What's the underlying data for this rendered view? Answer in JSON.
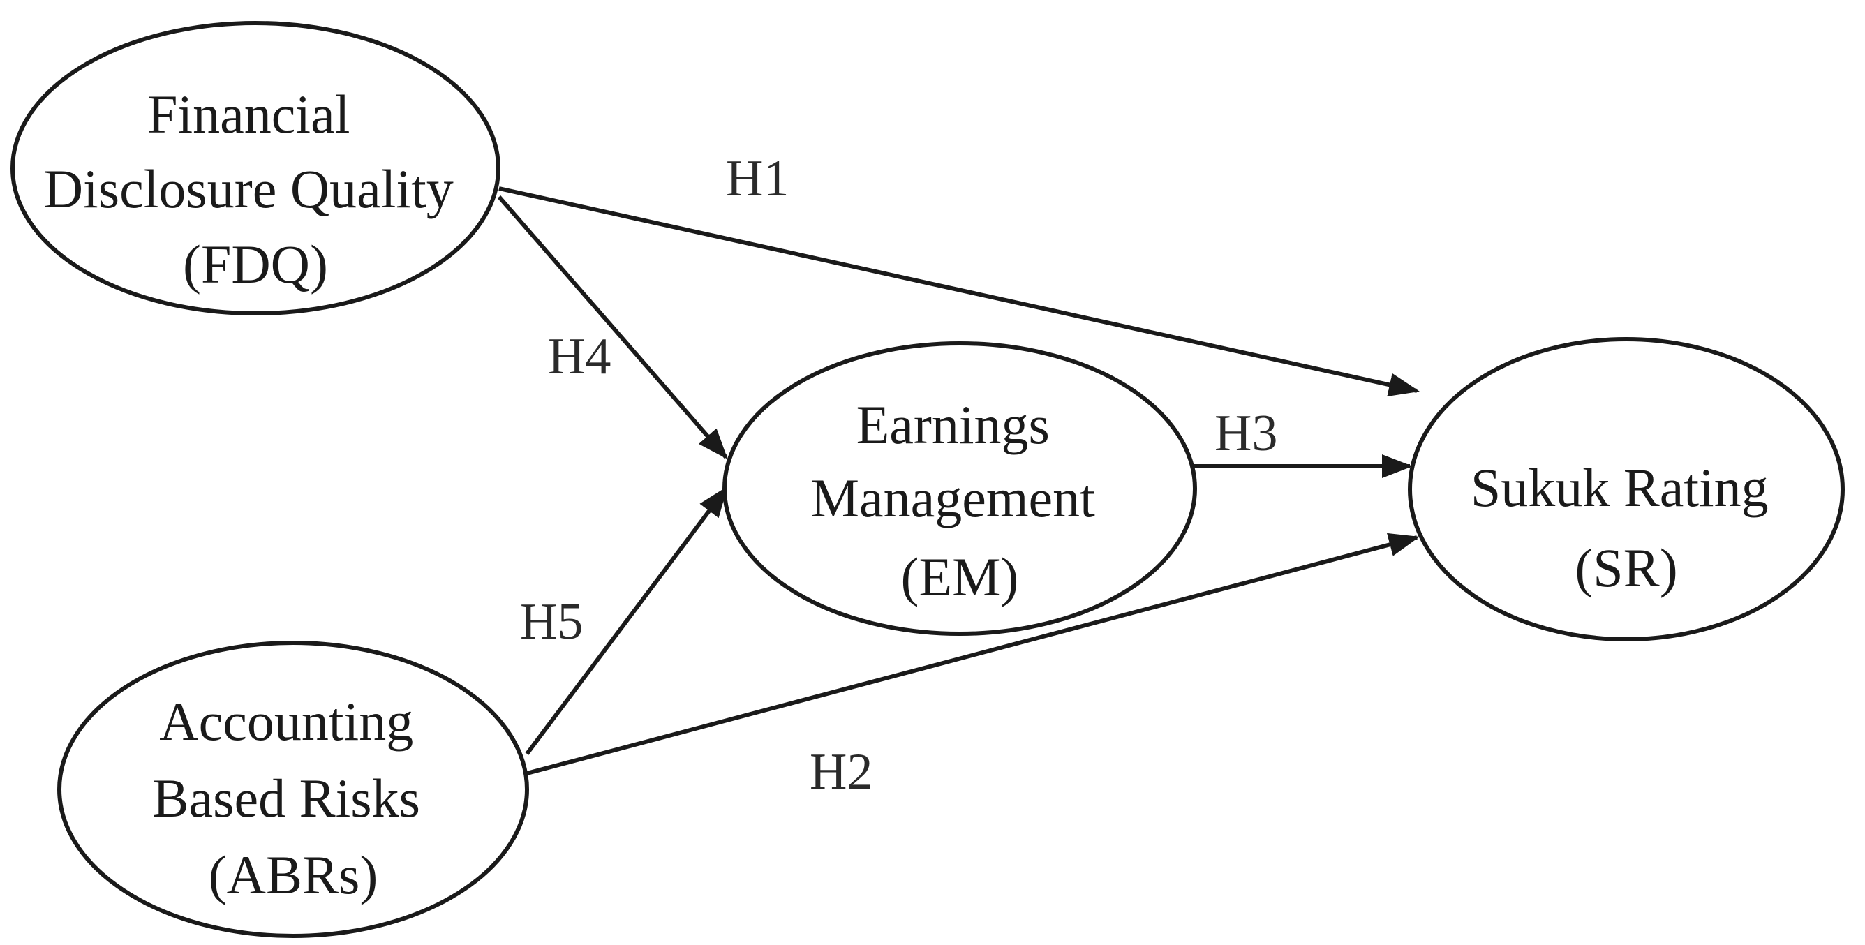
{
  "diagram": {
    "nodes": {
      "fdq": {
        "lines": [
          "Financial",
          "Disclosure Quality",
          "(FDQ)"
        ]
      },
      "abr": {
        "lines": [
          "Accounting",
          "Based Risks",
          "(ABRs)"
        ]
      },
      "em": {
        "lines": [
          "Earnings",
          "Management",
          "(EM)"
        ]
      },
      "sr": {
        "lines": [
          "Sukuk Rating",
          "(SR)"
        ]
      }
    },
    "edges": {
      "h1": {
        "label": "H1",
        "from": "fdq",
        "to": "sr"
      },
      "h2": {
        "label": "H2",
        "from": "abr",
        "to": "sr"
      },
      "h3": {
        "label": "H3",
        "from": "em",
        "to": "sr"
      },
      "h4": {
        "label": "H4",
        "from": "fdq",
        "to": "em"
      },
      "h5": {
        "label": "H5",
        "from": "abr",
        "to": "em"
      }
    },
    "colors": {
      "stroke": "#1a1a1a",
      "background": "#ffffff"
    }
  }
}
